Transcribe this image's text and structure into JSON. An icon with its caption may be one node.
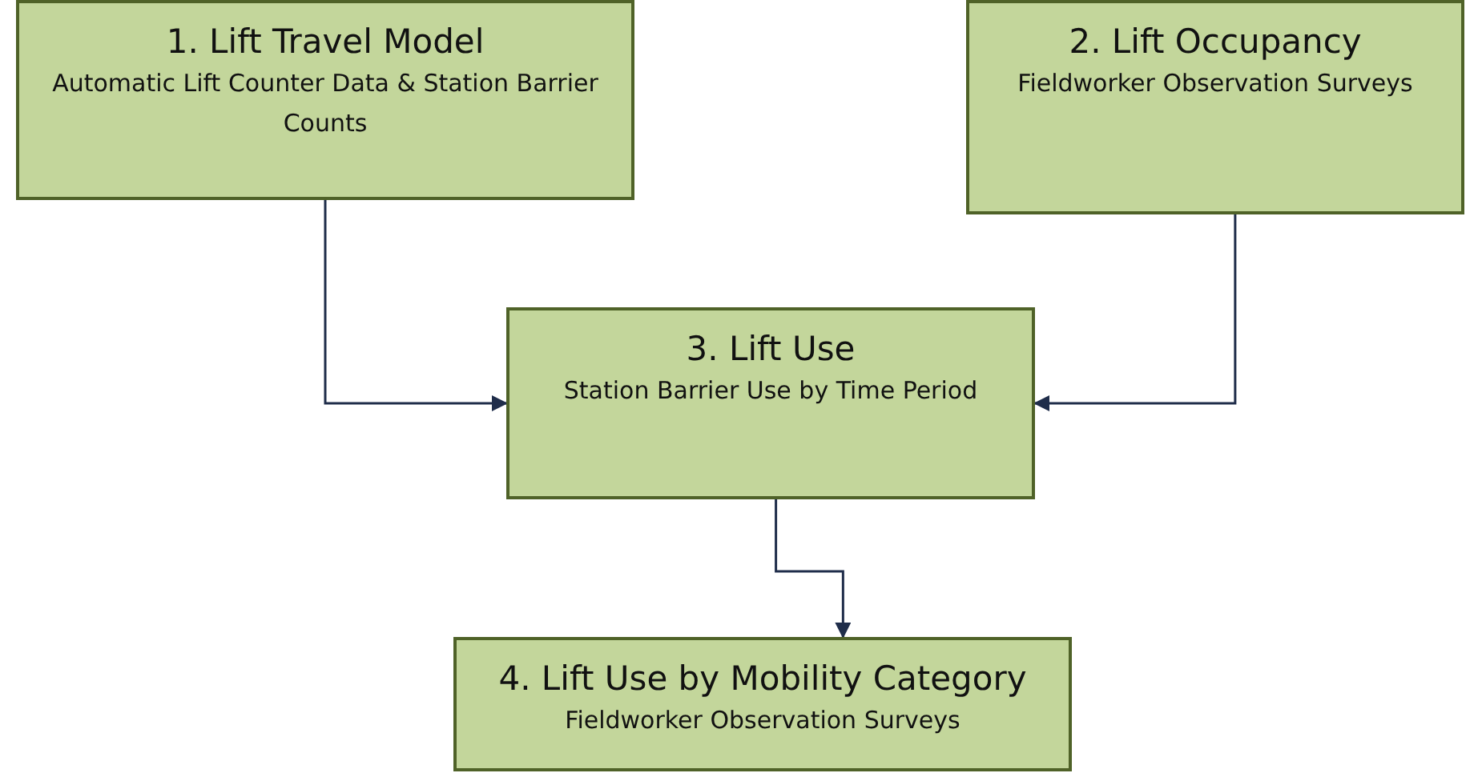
{
  "diagram": {
    "nodes": [
      {
        "text": [
          "1. Lift Travel Model",
          "Automatic Lift Counter Data & Station Barrier  Counts"
        ]
      },
      {
        "text": [
          "2. Lift Occupancy",
          "Fieldworker Observation Surveys"
        ]
      },
      {
        "text": [
          "3. Lift Use",
          "Station Barrier Use by Time Period"
        ]
      },
      {
        "text": [
          "4. Lift Use by Mobility Category",
          "Fieldworker Observation Surveys"
        ]
      }
    ],
    "edges": [
      {
        "from": 0,
        "to": 2,
        "arrow": "to"
      },
      {
        "from": 1,
        "to": 2,
        "arrow": "to"
      },
      {
        "from": 2,
        "to": 3,
        "arrow": "to"
      }
    ]
  }
}
